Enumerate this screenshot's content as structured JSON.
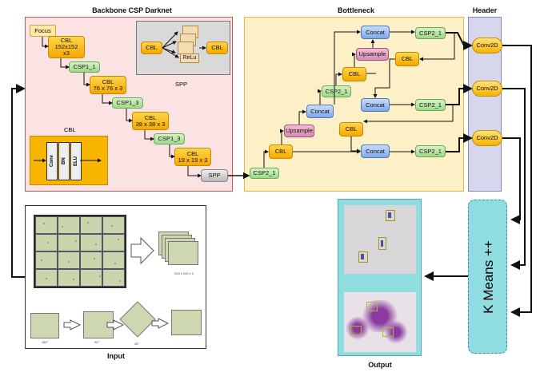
{
  "titles": {
    "backbone": "Backbone CSP Darknet",
    "bottleneck": "Bottleneck",
    "header": "Header",
    "input": "Input",
    "output": "Output",
    "spp": "SPP",
    "cbl_detail": "CBL"
  },
  "backbone": {
    "focus": "Focus",
    "cbl1": "CBL\n152x152\nx3",
    "csp1_1": "CSP1_1",
    "cbl2": "CBL\n76 x 76 x 3",
    "csp1_3a": "CSP1_3",
    "cbl3": "CBL\n38 x 38 x 3",
    "csp1_3b": "CSP1_3",
    "cbl4": "CBL\n19 x 19 x 3",
    "spp": "SPP"
  },
  "spp_block": {
    "cbl_in": "CBL",
    "relu": "ReLu",
    "cbl_out": "CBL"
  },
  "cbl_block": {
    "conv": "Conv",
    "bn": "BN",
    "elu": "ELU"
  },
  "bottleneck": {
    "csp2_1_in": "CSP2_1",
    "cbl_a": "CBL",
    "upsample_a": "Upsample",
    "concat_a": "Concat",
    "csp2_1_a": "CSP2_1",
    "cbl_b": "CBL",
    "upsample_b": "Upsample",
    "concat_top": "Concat",
    "csp2_1_top": "CSP2_1",
    "cbl_right": "CBL",
    "concat_mid": "Concat",
    "csp2_1_mid": "CSP2_1",
    "cbl_mid": "CBL",
    "concat_bot": "Concat",
    "csp2_1_bot": "CSP2_1"
  },
  "header": {
    "conv1": "Conv2D",
    "conv2": "Conv2D",
    "conv3": "Conv2D"
  },
  "kmeans": "K Means ++",
  "input_panel": {
    "stack_caption": "200 x 200 x 3",
    "rot_labels": [
      "180°",
      "90°",
      "45°"
    ]
  },
  "colors": {
    "backbone_bg": "#fbe3e3",
    "backbone_border": "#d9534f",
    "bottleneck_bg": "#fdf0c7",
    "bottleneck_border": "#e0b64a",
    "header_bg": "#d6d6ec",
    "kmeans_bg": "#8fdde0",
    "output_bg": "#8fdde0"
  }
}
